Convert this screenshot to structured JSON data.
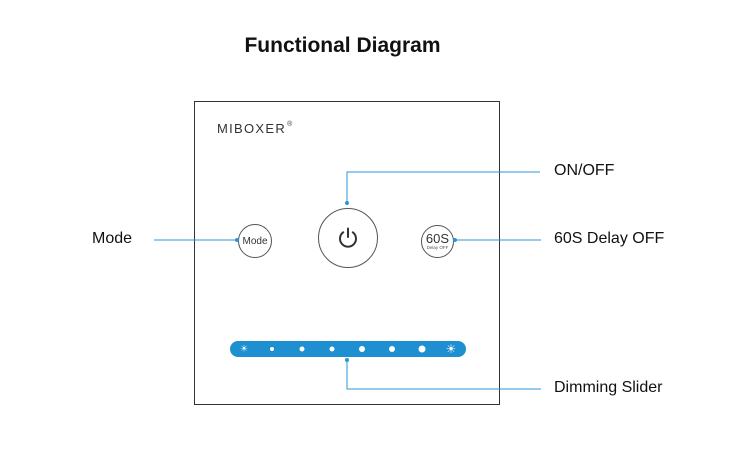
{
  "title": "Functional Diagram",
  "brand": {
    "name": "MIBOXER",
    "reg": "®"
  },
  "buttons": {
    "mode": "Mode",
    "delay_main": "60S",
    "delay_sub": "Delay OFF",
    "power_icon": "power-icon"
  },
  "slider": {
    "left_icon": "sun-small-icon",
    "right_icon": "sun-large-icon",
    "dot_count": 6
  },
  "labels": {
    "on_off": "ON/OFF",
    "mode": "Mode",
    "delay_off": "60S Delay OFF",
    "dimming_slider": "Dimming Slider"
  },
  "colors": {
    "callout": "#2b95d6",
    "slider": "#1e8fd0",
    "text": "#111111"
  }
}
